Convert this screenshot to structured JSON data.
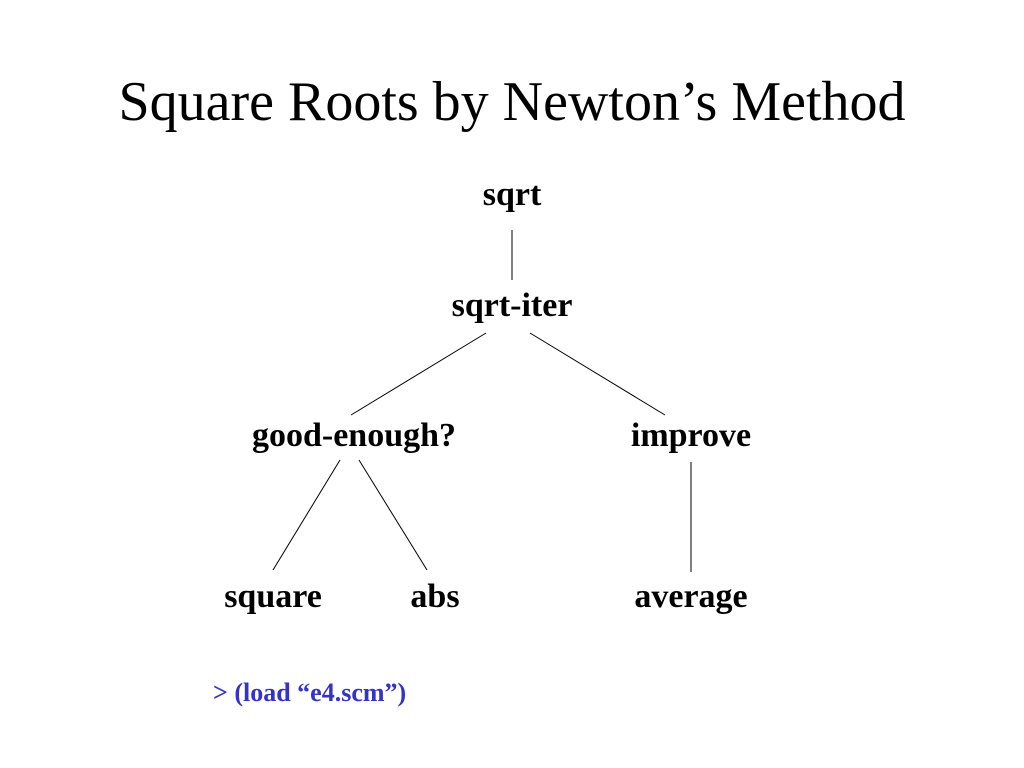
{
  "slide": {
    "title": "Square Roots by Newton’s Method",
    "command": "> (load “e4.scm”)",
    "command_color": "#3333cc"
  },
  "tree": {
    "nodes": {
      "sqrt": "sqrt",
      "sqrt_iter": "sqrt-iter",
      "good_enough": "good-enough?",
      "improve": "improve",
      "square": "square",
      "abs": "abs",
      "average": "average"
    },
    "edges": [
      [
        "sqrt",
        "sqrt-iter"
      ],
      [
        "sqrt-iter",
        "good-enough?"
      ],
      [
        "sqrt-iter",
        "improve"
      ],
      [
        "good-enough?",
        "square"
      ],
      [
        "good-enough?",
        "abs"
      ],
      [
        "improve",
        "average"
      ]
    ]
  }
}
